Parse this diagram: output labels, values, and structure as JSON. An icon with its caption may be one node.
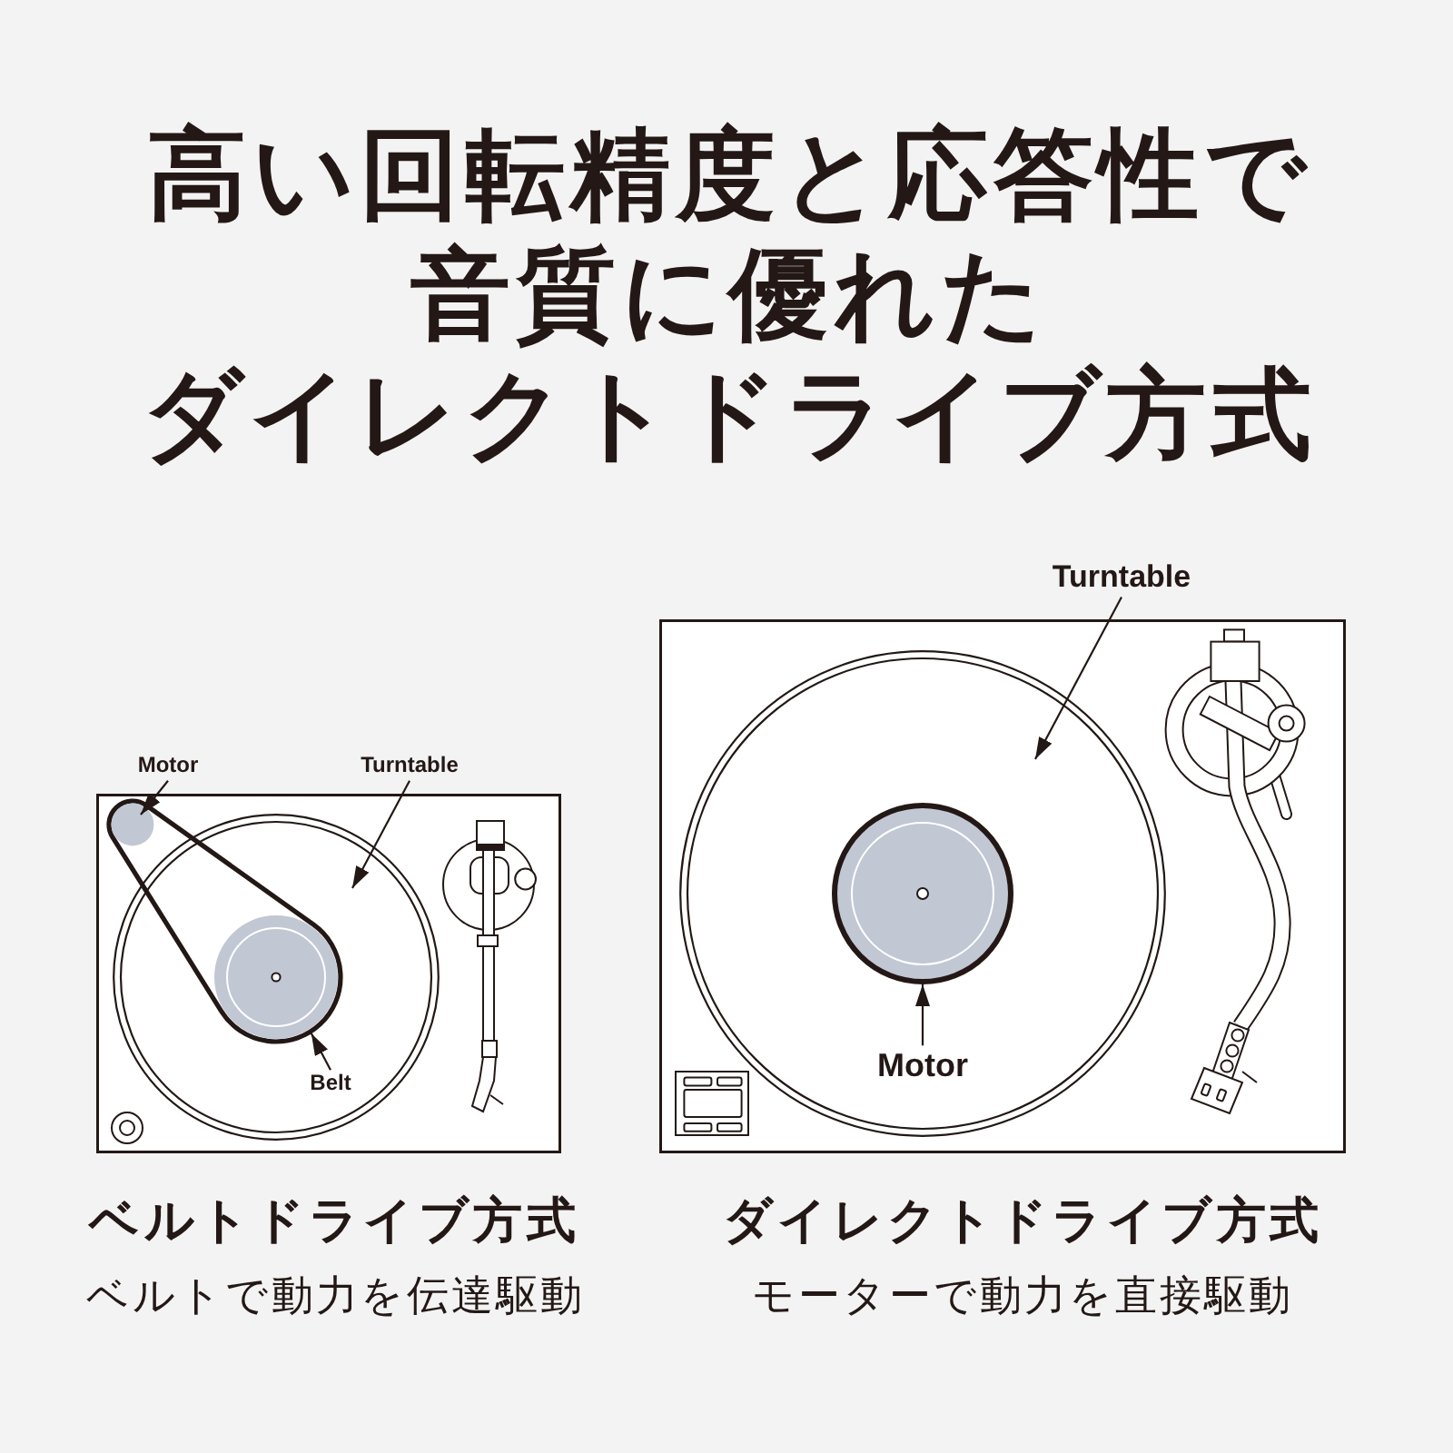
{
  "diagram": {
    "title": "高い回転精度と応答性で音質に優れたダイレクトドライブ方式",
    "nodes": [
      {
        "text": [],
        "shape": "box",
        "beside": [
          "ベルトドライブ方式",
          "ベルトで動力を伝達駆動"
        ]
      },
      {
        "text": [
          "Motor"
        ]
      },
      {
        "text": [
          "Turntable"
        ]
      },
      {
        "text": [],
        "shape": "loop",
        "in": 0
      },
      {
        "text": [],
        "shape": "circle",
        "in": 3
      },
      {
        "text": [],
        "shape": "circle",
        "in": 0
      },
      {
        "text": [
          "Belt"
        ],
        "in": 5
      },
      {
        "text": [],
        "shape": "box",
        "beside": [
          "ダイレクトドライブ方式",
          "モーターで動力を直接駆動"
        ]
      },
      {
        "text": [
          "Turntable"
        ]
      },
      {
        "text": [],
        "shape": "circle",
        "in": 7
      },
      {
        "text": [],
        "shape": "circle",
        "in": 9
      },
      {
        "text": [
          "Motor"
        ],
        "in": 9
      }
    ],
    "edges": [
      {
        "from": 1,
        "to": 4,
        "arrow": "to"
      },
      {
        "from": 2,
        "to": 5,
        "arrow": "to"
      },
      {
        "from": 6,
        "to": 3,
        "arrow": "to"
      },
      {
        "from": 8,
        "to": 9,
        "arrow": "to"
      },
      {
        "from": 11,
        "to": 10,
        "arrow": "to"
      }
    ]
  }
}
